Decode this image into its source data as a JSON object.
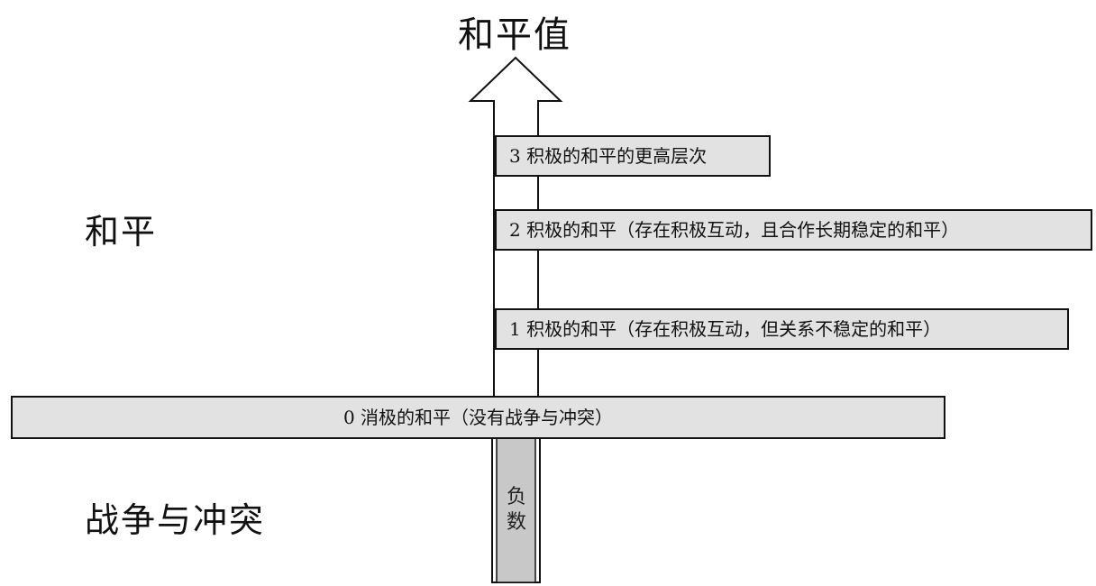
{
  "diagram": {
    "axis_title": "和平值",
    "peace_label": "和平",
    "war_label": "战争与冲突",
    "levels": [
      {
        "text": "0 消极的和平（没有战争与冲突）"
      },
      {
        "text": "1 积极的和平（存在积极互动，但关系不稳定的和平）"
      },
      {
        "text": "2 积极的和平（存在积极互动，且合作长期稳定的和平）"
      },
      {
        "text": "3 积极的和平的更高层次"
      }
    ],
    "negative_label": "负数",
    "colors": {
      "box_fill": "#e2e2e2",
      "negative_fill": "#c8c8c8",
      "stroke": "#111111"
    }
  }
}
